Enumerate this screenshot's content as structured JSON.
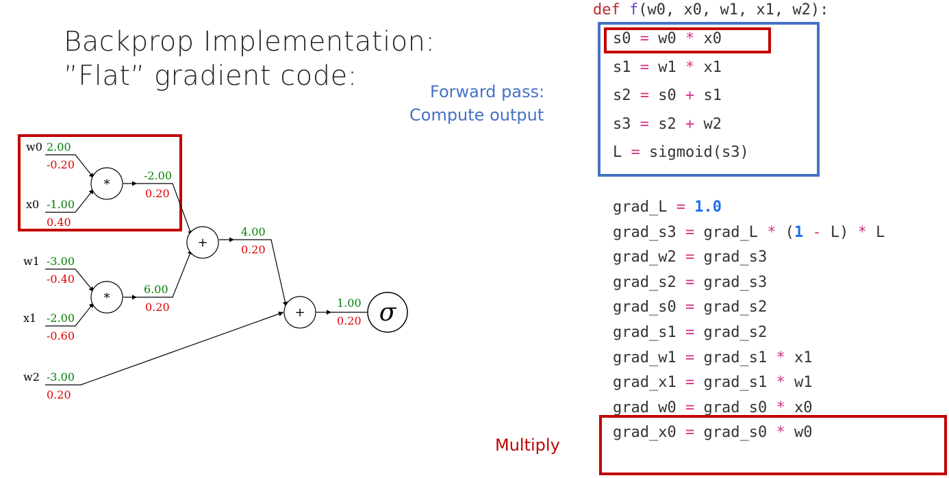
{
  "title": {
    "line1": "Backprop Implementation:",
    "line2": "”Flat” gradient code:"
  },
  "annotations": {
    "forward_line1": "Forward pass:",
    "forward_line2": "Compute output",
    "multiply": "Multiply"
  },
  "colors": {
    "forward_value": "#008000",
    "gradient_value": "#e00000",
    "highlight_box": "#c00000",
    "forward_box": "#4472c4",
    "keyword": "#c1272d"
  },
  "graph": {
    "inputs": [
      {
        "name": "w0",
        "value": "2.00",
        "grad": "-0.20"
      },
      {
        "name": "x0",
        "value": "-1.00",
        "grad": "0.40"
      },
      {
        "name": "w1",
        "value": "-3.00",
        "grad": "-0.40"
      },
      {
        "name": "x1",
        "value": "-2.00",
        "grad": "-0.60"
      },
      {
        "name": "w2",
        "value": "-3.00",
        "grad": "0.20"
      }
    ],
    "mul1_out": {
      "value": "-2.00",
      "grad": "0.20"
    },
    "mul2_out": {
      "value": "6.00",
      "grad": "0.20"
    },
    "add1_out": {
      "value": "4.00",
      "grad": "0.20"
    },
    "add2_out": {
      "value": "1.00",
      "grad": "0.20"
    },
    "ops": {
      "mul": "*",
      "add": "+",
      "sigmoid": "σ"
    }
  },
  "code": {
    "def": {
      "keyword": "def",
      "name": "f",
      "args": "(w0, x0, w1, x1, w2):"
    },
    "forward": [
      {
        "lhs": "s0",
        "rhs": "w0 * x0"
      },
      {
        "lhs": "s1",
        "rhs": "w1 * x1"
      },
      {
        "lhs": "s2",
        "rhs": "s0 + s1"
      },
      {
        "lhs": "s3",
        "rhs": "s2 + w2"
      },
      {
        "lhs": "L",
        "rhs": "sigmoid(s3)"
      }
    ],
    "backward": [
      {
        "lhs": "grad_L",
        "rhs": "1.0"
      },
      {
        "lhs": "grad_s3",
        "rhs": "grad_L * (1 - L) * L"
      },
      {
        "lhs": "grad_w2",
        "rhs": "grad_s3"
      },
      {
        "lhs": "grad_s2",
        "rhs": "grad_s3"
      },
      {
        "lhs": "grad_s0",
        "rhs": "grad_s2"
      },
      {
        "lhs": "grad_s1",
        "rhs": "grad_s2"
      },
      {
        "lhs": "grad_w1",
        "rhs": "grad_s1 * x1"
      },
      {
        "lhs": "grad_x1",
        "rhs": "grad_s1 * w1"
      },
      {
        "lhs": "grad_w0",
        "rhs": "grad_s0 * x0"
      },
      {
        "lhs": "grad_x0",
        "rhs": "grad_s0 * w0"
      }
    ]
  }
}
